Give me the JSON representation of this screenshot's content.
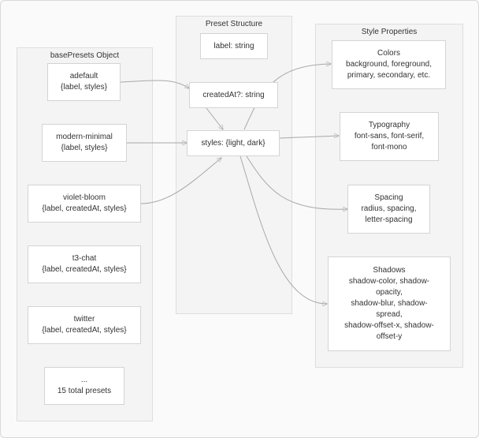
{
  "groups": {
    "base_presets": {
      "title": "basePresets Object"
    },
    "preset_structure": {
      "title": "Preset Structure"
    },
    "style_properties": {
      "title": "Style Properties"
    }
  },
  "nodes": {
    "adefault": {
      "line1": "adefault",
      "line2": "{label, styles}"
    },
    "modern_minimal": {
      "line1": "modern-minimal",
      "line2": "{label, styles}"
    },
    "violet_bloom": {
      "line1": "violet-bloom",
      "line2": "{label, createdAt, styles}"
    },
    "t3_chat": {
      "line1": "t3-chat",
      "line2": "{label, createdAt, styles}"
    },
    "twitter": {
      "line1": "twitter",
      "line2": "{label, createdAt, styles}"
    },
    "more": {
      "line1": "...",
      "line2": "15 total presets"
    },
    "label_field": {
      "line1": "label: string"
    },
    "created_at_field": {
      "line1": "createdAt?: string"
    },
    "styles_field": {
      "line1": "styles: {light, dark}"
    },
    "colors": {
      "line1": "Colors",
      "line2": "background, foreground,",
      "line3": "primary, secondary, etc."
    },
    "typography": {
      "line1": "Typography",
      "line2": "font-sans, font-serif,",
      "line3": "font-mono"
    },
    "spacing": {
      "line1": "Spacing",
      "line2": "radius, spacing,",
      "line3": "letter-spacing"
    },
    "shadows": {
      "line1": "Shadows",
      "line2": "shadow-color, shadow-",
      "line3": "opacity,",
      "line4": "shadow-blur, shadow-",
      "line5": "spread,",
      "line6": "shadow-offset-x, shadow-",
      "line7": "offset-y"
    }
  },
  "colors": {
    "edge": "#a8a8a8",
    "group_fill": "#f4f4f4",
    "node_fill": "#ffffff"
  }
}
